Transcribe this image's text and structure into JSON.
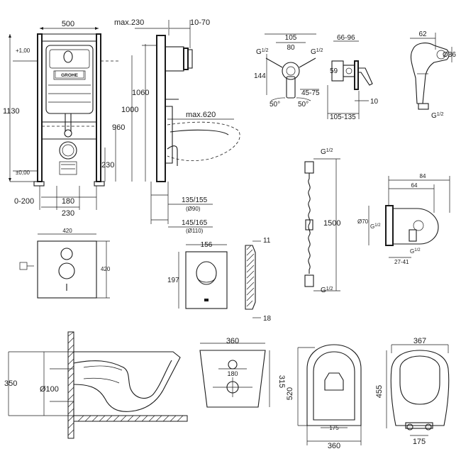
{
  "frame": {
    "width": "500",
    "height": "1130",
    "height_1060": "1060",
    "height_1000": "1000",
    "height_960": "960",
    "max_depth": "max.230",
    "offset": "10-70",
    "max_620": "max.620",
    "plus_100": "+1,00",
    "zero": "±0,00",
    "h_230": "230",
    "range_0_200": "0-200",
    "w_180": "180",
    "w_230": "230",
    "pipe_135": "135/155",
    "pipe_90": "(Ø90)",
    "pipe_145": "145/165",
    "pipe_110": "(Ø110)",
    "brand": "GROHE"
  },
  "mixer": {
    "w_105": "105",
    "w_80": "80",
    "g_left": "G",
    "g_right": "G",
    "frac": "1/2",
    "h_144": "144",
    "range_45_75": "45-75",
    "angle_left": "50°",
    "angle_right": "50°",
    "side_66_96": "66-96",
    "side_59": "59",
    "side_10": "10",
    "side_105_135": "105-135"
  },
  "shower": {
    "w_62": "62",
    "d_36": "Ø36",
    "g": "G",
    "frac": "1/2"
  },
  "hose": {
    "g_top": "G",
    "g_bottom": "G",
    "frac": "1/2",
    "length": "1500"
  },
  "holder": {
    "w_84": "84",
    "w_64": "64",
    "d_70": "Ø70",
    "g_side": "G",
    "g_bottom": "G",
    "frac": "1/2",
    "range_27_41": "27-41"
  },
  "plate": {
    "w_420": "420",
    "h_420": "420"
  },
  "button": {
    "w_156": "156",
    "h_197": "197",
    "d_11": "11",
    "d_18": "18"
  },
  "bowl_side": {
    "h_350": "350",
    "d_100": "Ø100"
  },
  "bowl_top": {
    "w_360": "360",
    "d_315": "315",
    "w_180": "180"
  },
  "seat_bowl": {
    "h_520": "520",
    "w_360": "360",
    "w_175": "175"
  },
  "seat": {
    "w_367": "367",
    "h_455": "455",
    "w_175": "175"
  }
}
